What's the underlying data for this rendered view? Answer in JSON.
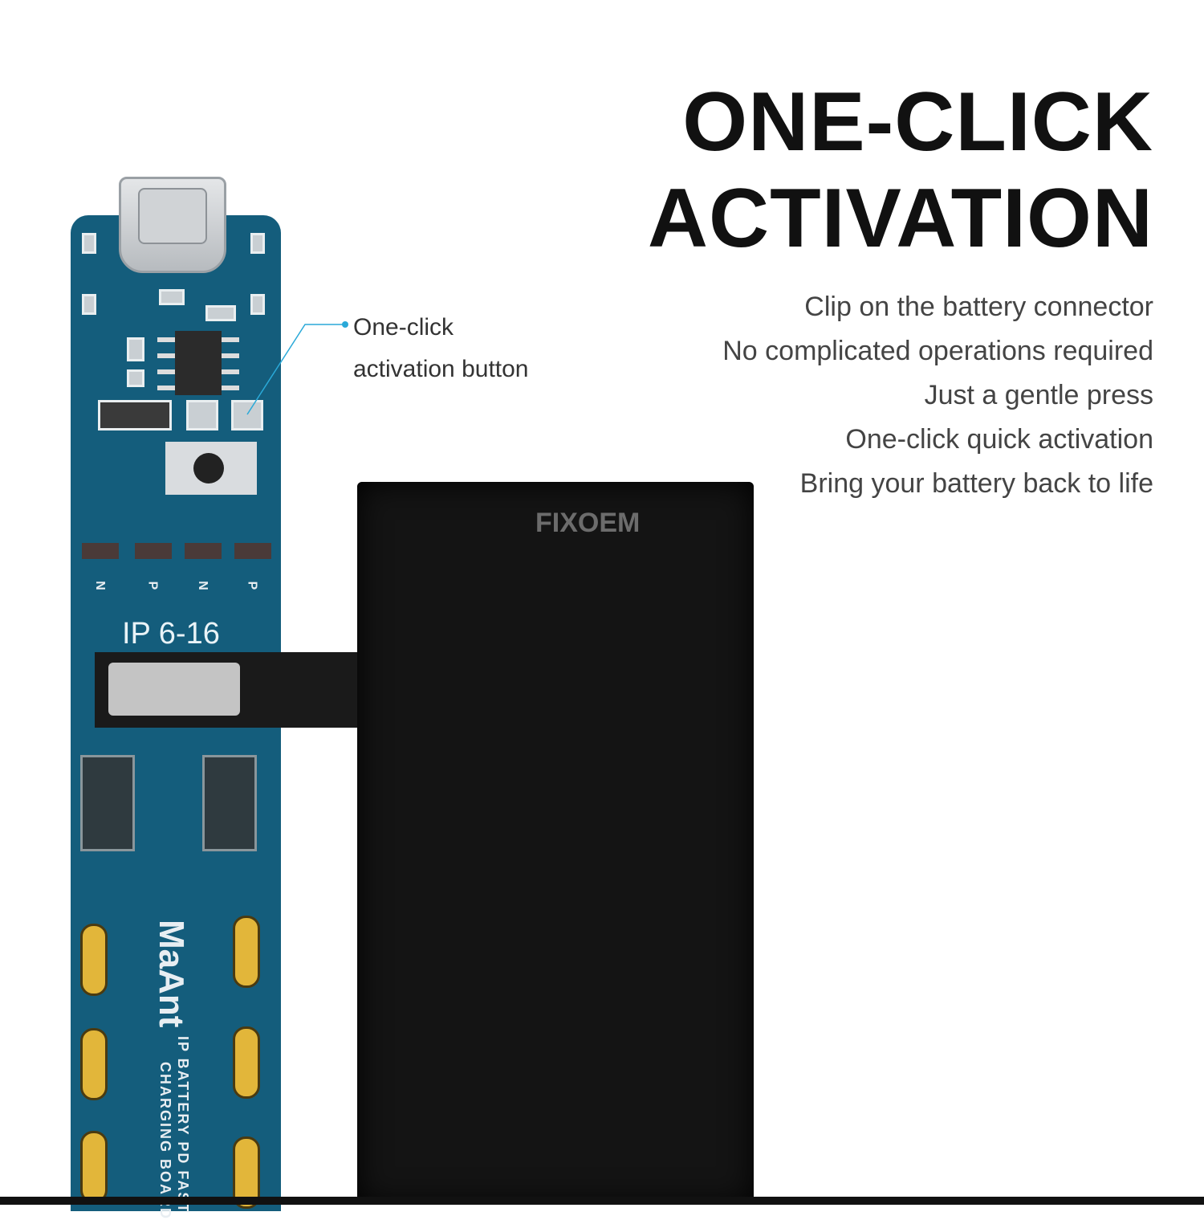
{
  "headline": {
    "line1": "ONE-CLICK",
    "line2": "ACTIVATION"
  },
  "features": [
    "Clip on the battery connector",
    "No complicated operations required",
    "Just a gentle press",
    "One-click quick activation",
    "Bring your battery back to life"
  ],
  "callout": {
    "line1": "One-click",
    "line2": "activation button",
    "color": "#2aa9d8"
  },
  "board": {
    "model": "IP 6-16",
    "brand": "MaAnt",
    "name_line1": "IP BATTERY PD FAST",
    "name_line2": "CHARGING BOARD",
    "transistor_labels": [
      "N",
      "P",
      "N",
      "P"
    ],
    "color": "#145d7c"
  },
  "watermark": "FIXOEM"
}
